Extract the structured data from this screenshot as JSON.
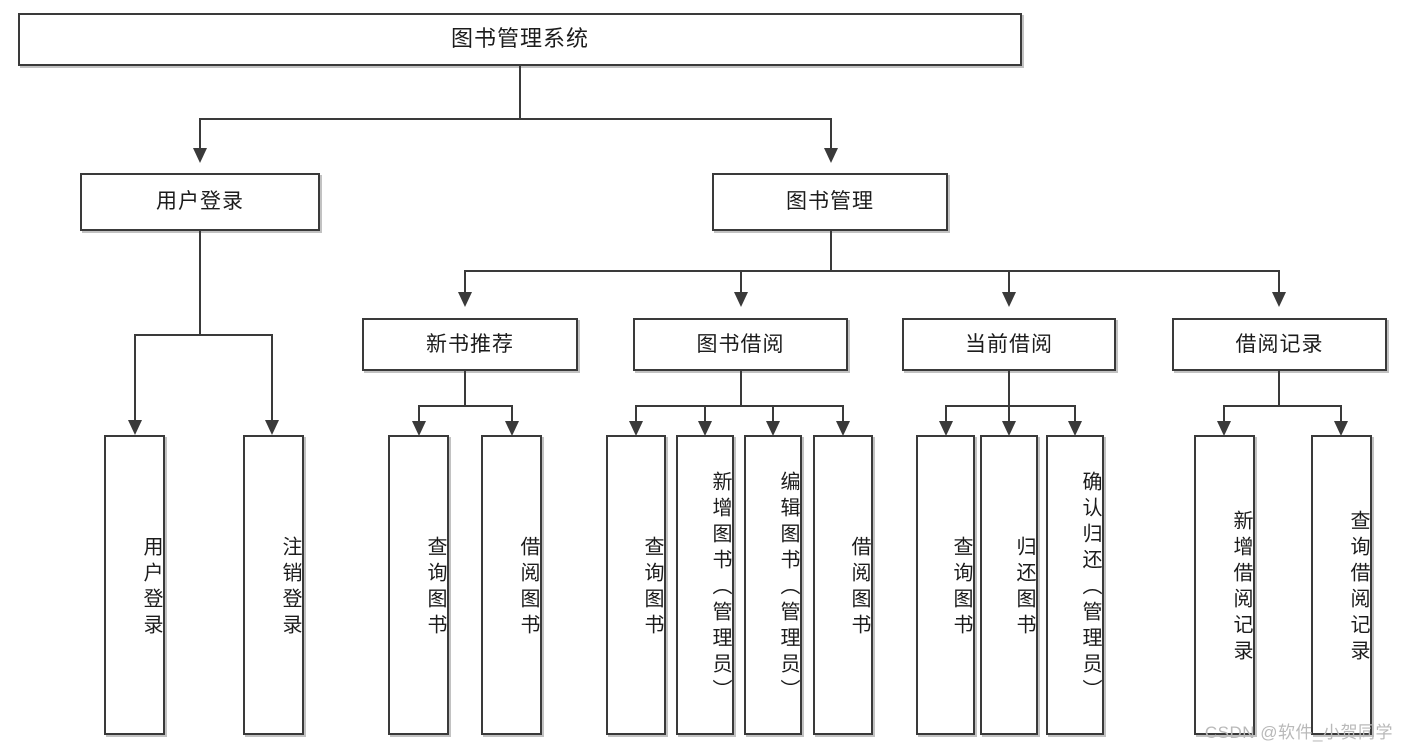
{
  "diagram": {
    "type": "tree",
    "title": "图书管理系统",
    "watermark": "CSDN @软件_小贺同学",
    "root": {
      "label": "图书管理系统"
    },
    "level2": [
      {
        "label": "用户登录"
      },
      {
        "label": "图书管理"
      }
    ],
    "level3": [
      {
        "label": "新书推荐"
      },
      {
        "label": "图书借阅"
      },
      {
        "label": "当前借阅"
      },
      {
        "label": "借阅记录"
      }
    ],
    "leaves": [
      {
        "label": "用户登录",
        "parent": "用户登录"
      },
      {
        "label": "注销登录",
        "parent": "用户登录"
      },
      {
        "label": "查询图书",
        "parent": "新书推荐"
      },
      {
        "label": "借阅图书",
        "parent": "新书推荐"
      },
      {
        "label": "查询图书",
        "parent": "图书借阅"
      },
      {
        "label": "新增图书（管理员）",
        "parent": "图书借阅"
      },
      {
        "label": "编辑图书（管理员）",
        "parent": "图书借阅"
      },
      {
        "label": "借阅图书",
        "parent": "图书借阅"
      },
      {
        "label": "查询图书",
        "parent": "当前借阅"
      },
      {
        "label": "归还图书",
        "parent": "当前借阅"
      },
      {
        "label": "确认归还（管理员）",
        "parent": "当前借阅"
      },
      {
        "label": "新增借阅记录",
        "parent": "借阅记录"
      },
      {
        "label": "查询借阅记录",
        "parent": "借阅记录"
      }
    ],
    "colors": {
      "border": "#3a3a3a",
      "background": "#ffffff",
      "text": "#1c1c1c",
      "watermark": "#b9b9b9"
    }
  }
}
